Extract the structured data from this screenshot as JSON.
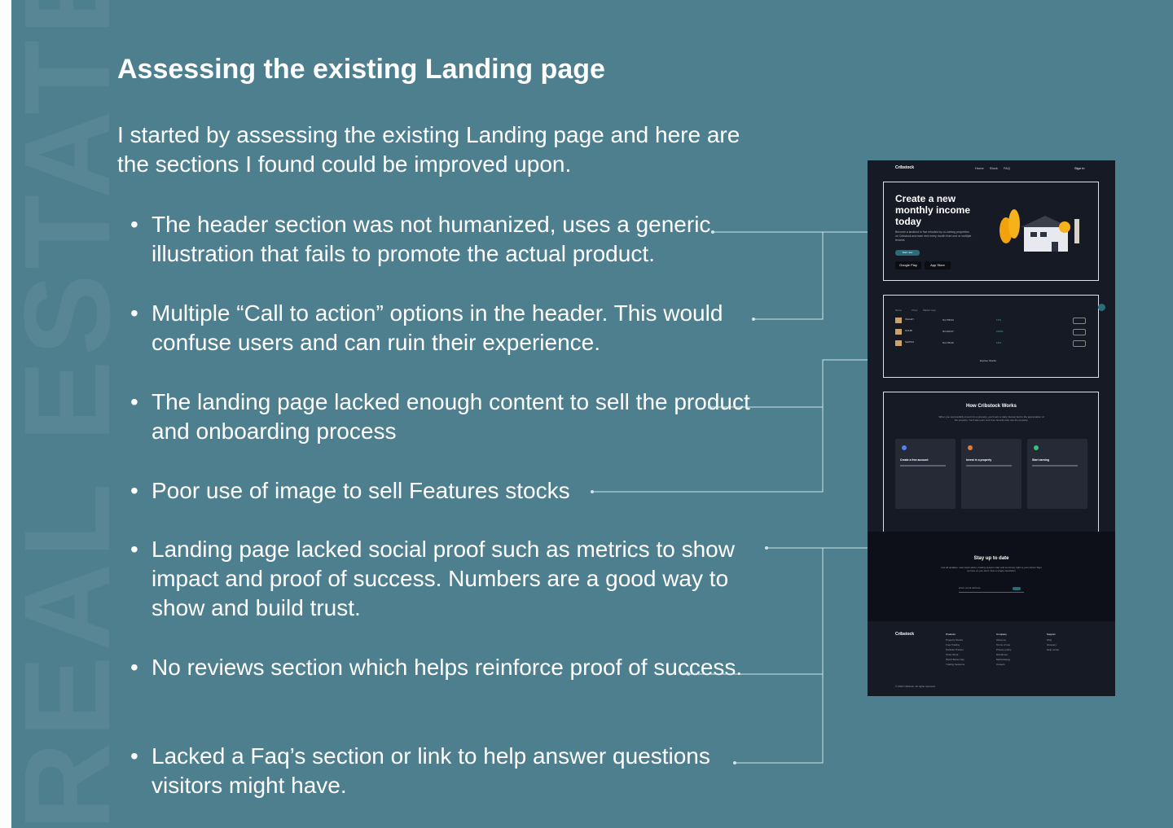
{
  "title": "Assessing the existing Landing page",
  "intro": "I started by assessing the existing Landing page and here are the sections I found could be improved upon.",
  "watermark": "REAL ESTATE",
  "bullets": [
    "The header section was not humanized, uses a generic illustration that fails to promote the actual product.",
    "Multiple “Call to action” options in the header. This would confuse users and can ruin their experience.",
    "The landing page lacked enough content to sell the product and onboarding process",
    "Poor use of image to sell Features stocks",
    "Landing page lacked social proof such as metrics to show impact and proof of success. Numbers are a good way to show and build trust.",
    "No reviews section which helps reinforce proof of success.",
    "Lacked a Faq’s section or link to help answer questions visitors might have."
  ],
  "colors": {
    "background": "#4e7f8f",
    "mockup_bg": "#161a24",
    "accent": "#2a6d7a",
    "connector": "#cfe3ea"
  },
  "mockup": {
    "logo": "Cribstock",
    "nav_links": [
      "Home",
      "Stock",
      "FAQ"
    ],
    "signin": "Sign In",
    "hero_title": "Create a new monthly income today",
    "hero_sub": "Become a landlord in five minutes by co-owning properties on Cribstock and earn rent every month from one or multiple tenants",
    "hero_cta": "Start now",
    "store_google": "Google Play",
    "store_apple": "App Store",
    "table_rows": [
      {
        "name": "VALLEY",
        "price": "N4,758.93",
        "growth": "17%"
      },
      {
        "name": "HOLBI",
        "price": "N3,200.07",
        "growth": "3.84%"
      },
      {
        "name": "SHIPSU",
        "price": "N4,745.00",
        "growth": "13%"
      }
    ],
    "explore": "Explore Stocks",
    "how_title": "How Cribstock Works",
    "how_sub": "When you successfully invest into a property, you'll earn a daily interest tied to the appreciation of the property. You'll also earn rent from tenants who use the property.",
    "cards": [
      "Create a free account",
      "Invest in a property",
      "Start earning"
    ],
    "news_title": "Stay up to date",
    "news_sub": "Get all updates, new stock alerts, trading session start and summary right to your inbox! Sign up here so you don't miss a single newsletter",
    "news_placeholder": "Enter email address",
    "footer_cols": [
      {
        "head": "Products",
        "items": [
          "Property Stocks",
          "Free Trading",
          "Portfolio Tracker",
          "Order Book",
          "World Better Day",
          "Trading Sessions"
        ]
      },
      {
        "head": "Company",
        "items": [
          "About us",
          "Terms of use",
          "Privacy policy",
          "Disclaimer",
          "Methodology",
          "Careers"
        ]
      },
      {
        "head": "Support",
        "items": [
          "FAQ",
          "Glossary",
          "Help center"
        ]
      }
    ],
    "copyright": "© 2022 Cribstock. All rights reserved."
  }
}
